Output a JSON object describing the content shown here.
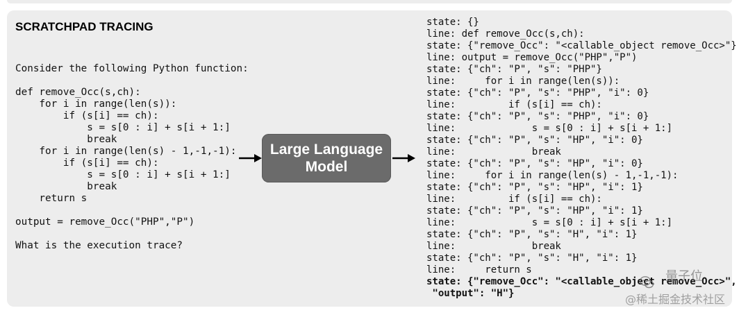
{
  "title": "SCRATCHPAD TRACING",
  "prompt_lines": [
    "Consider the following Python function:",
    "",
    "def remove_Occ(s,ch):",
    "    for i in range(len(s)):",
    "        if (s[i] == ch):",
    "            s = s[0 : i] + s[i + 1:]",
    "            break",
    "    for i in range(len(s) - 1,-1,-1):",
    "        if (s[i] == ch):",
    "            s = s[0 : i] + s[i + 1:]",
    "            break",
    "    return s",
    "",
    "output = remove_Occ(\"PHP\",\"P\")",
    "",
    "What is the execution trace?"
  ],
  "model_label": "Large Language Model",
  "trace_lines": [
    "state: {}",
    "line: def remove_Occ(s,ch):",
    "state: {\"remove_Occ\": \"<callable_object remove_Occ>\"}",
    "line: output = remove_Occ(\"PHP\",\"P\")",
    "state: {\"ch\": \"P\", \"s\": \"PHP\"}",
    "line:     for i in range(len(s)):",
    "state: {\"ch\": \"P\", \"s\": \"PHP\", \"i\": 0}",
    "line:         if (s[i] == ch):",
    "state: {\"ch\": \"P\", \"s\": \"PHP\", \"i\": 0}",
    "line:             s = s[0 : i] + s[i + 1:]",
    "state: {\"ch\": \"P\", \"s\": \"HP\", \"i\": 0}",
    "line:             break",
    "state: {\"ch\": \"P\", \"s\": \"HP\", \"i\": 0}",
    "line:     for i in range(len(s) - 1,-1,-1):",
    "state: {\"ch\": \"P\", \"s\": \"HP\", \"i\": 1}",
    "line:         if (s[i] == ch):",
    "state: {\"ch\": \"P\", \"s\": \"HP\", \"i\": 1}",
    "line:             s = s[0 : i] + s[i + 1:]",
    "state: {\"ch\": \"P\", \"s\": \"H\", \"i\": 1}",
    "line:             break",
    "state: {\"ch\": \"P\", \"s\": \"H\", \"i\": 1}",
    "line:     return s"
  ],
  "final_state_lines": [
    "state: {\"remove_Occ\": \"<callable_object remove_Occ>\",",
    " \"output\": \"H\"}"
  ],
  "watermark": {
    "account": "量子位",
    "community": "@稀土掘金技术社区"
  },
  "colors": {
    "panel": "#ededed",
    "model_box": "#6b6b6b",
    "model_text": "#ffffff",
    "arrow": "#000000"
  },
  "icons": {
    "arrow_in": "right-arrow-icon",
    "arrow_out": "right-arrow-icon",
    "watermark_logo": "wechat-logo-icon"
  }
}
